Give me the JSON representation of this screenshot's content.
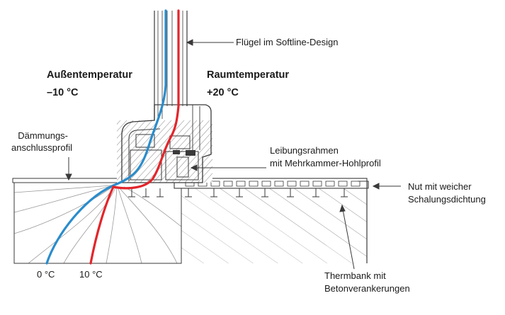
{
  "labels": {
    "sash": "Flügel im Softline-Design",
    "outside_title": "Außentemperatur",
    "outside_value": "–10 °C",
    "room_title": "Raumtemperatur",
    "room_value": "+20 °C",
    "insulation_line1": "Dämmungs-",
    "insulation_line2": "anschlussprofil",
    "reveal_line1": "Leibungsrahmen",
    "reveal_line2": "mit Mehrkammer-Hohlprofil",
    "groove_line1": "Nut mit weicher",
    "groove_line2": "Schalungsdichtung",
    "thermbank_line1": "Thermbank mit",
    "thermbank_line2": "Betonverankerungen",
    "iso_blue": "0 °C",
    "iso_red": "10 °C"
  },
  "colors": {
    "isotherm_0": "#2a8ccc",
    "isotherm_10": "#e3252b",
    "lines": "#3a3a3a",
    "fine_lines": "#9a9a9a"
  }
}
